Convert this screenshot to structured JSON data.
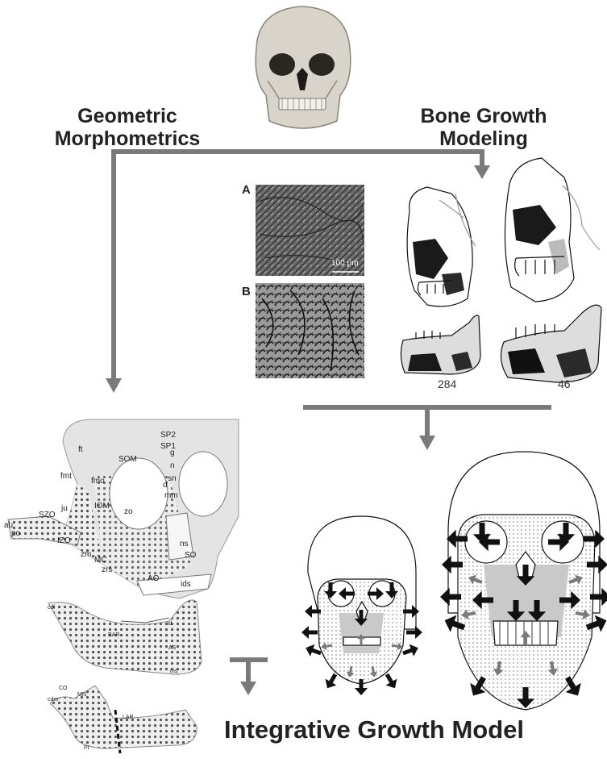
{
  "headings": {
    "left": [
      "Geometric",
      "Morphometrics"
    ],
    "right": [
      "Bone Growth",
      "Modeling"
    ],
    "bottom": "Integrative Growth Model"
  },
  "histology": {
    "panel_a": "A",
    "panel_b": "B",
    "scale": "100 μm"
  },
  "growth_fields": {
    "left_number": "284",
    "right_number": "46"
  },
  "skull_landmarks": [
    "SP2",
    "SP1",
    "g",
    "n",
    "sn",
    "d",
    "mm",
    "ft",
    "fmt",
    "fmo",
    "SOM",
    "ju",
    "IOM",
    "zo",
    "SZO",
    "au",
    "po",
    "IZO",
    "zm",
    "MC",
    "zrs",
    "AO",
    "ns",
    "SO",
    "ids"
  ],
  "mandible_landmarks": [
    "cdl",
    "BAR",
    "id",
    "AS",
    "ms"
  ],
  "ramus_landmarks": [
    "CO",
    "cdm",
    "MN",
    "LAR",
    "PI"
  ],
  "colors": {
    "arrow": "#7a7a7a",
    "dark": "#111111",
    "gray_bone": "#c9c9c9"
  }
}
